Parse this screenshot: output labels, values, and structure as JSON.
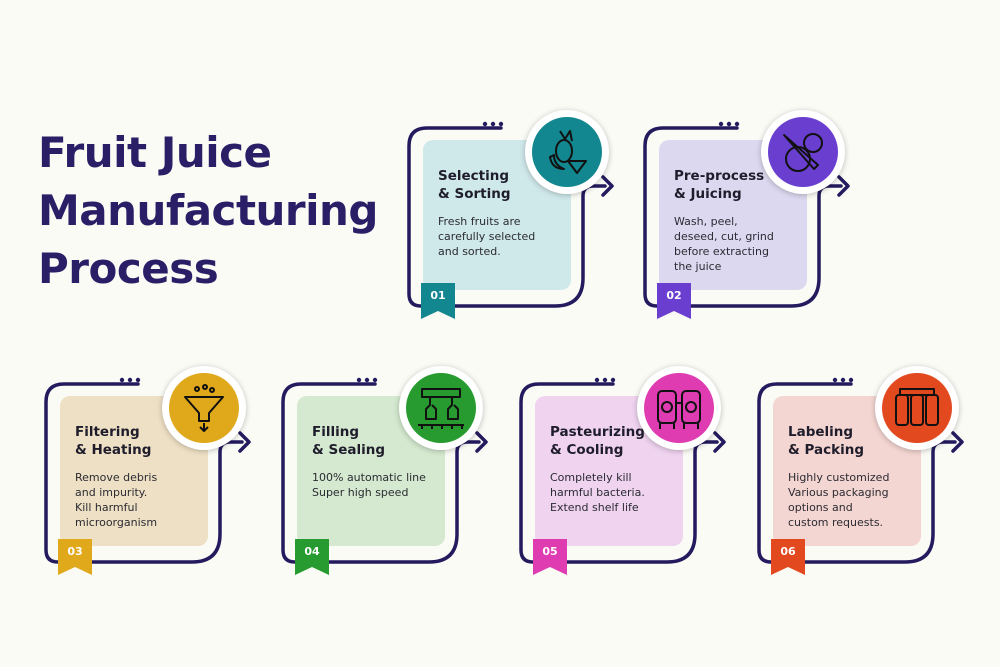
{
  "title_lines": [
    "Fruit Juice",
    "Manufacturing",
    "Process"
  ],
  "colors": {
    "title": "#2a1f66",
    "line": "#231b5e"
  },
  "steps": [
    {
      "num": "01",
      "label_lines": [
        "Selecting",
        "& Sorting"
      ],
      "desc_lines": [
        "Fresh fruits are",
        "carefully selected",
        "and sorted."
      ],
      "box_color": "#cfe8ea",
      "accent": "#13878f",
      "icon": "fruits-icon"
    },
    {
      "num": "02",
      "label_lines": [
        "Pre-process",
        "& Juicing"
      ],
      "desc_lines": [
        "Wash, peel,",
        "deseed, cut, grind",
        "before extracting",
        "the juice"
      ],
      "box_color": "#dcd8ef",
      "accent": "#6a3fd0",
      "icon": "knife-fruit-icon"
    },
    {
      "num": "03",
      "label_lines": [
        "Filtering",
        "& Heating"
      ],
      "desc_lines": [
        "Remove debris",
        "and impurity.",
        "Kill harmful",
        "microorganism"
      ],
      "box_color": "#eee0c4",
      "accent": "#e0a91c",
      "icon": "funnel-icon"
    },
    {
      "num": "04",
      "label_lines": [
        "Filling",
        "& Sealing"
      ],
      "desc_lines": [
        "100% automatic line",
        "Super high speed"
      ],
      "box_color": "#d4e9cf",
      "accent": "#279b2f",
      "icon": "filling-machine-icon"
    },
    {
      "num": "05",
      "label_lines": [
        "Pasteurizing",
        "& Cooling"
      ],
      "desc_lines": [
        "Completely kill",
        "harmful bacteria.",
        "Extend shelf life"
      ],
      "box_color": "#efd3ef",
      "accent": "#de3cb0",
      "icon": "tanks-icon"
    },
    {
      "num": "06",
      "label_lines": [
        "Labeling",
        "& Packing"
      ],
      "desc_lines": [
        "Highly customized",
        "Various packaging",
        "options and",
        "custom requests."
      ],
      "box_color": "#f3d5d1",
      "accent": "#e2491f",
      "icon": "cans-icon"
    }
  ]
}
